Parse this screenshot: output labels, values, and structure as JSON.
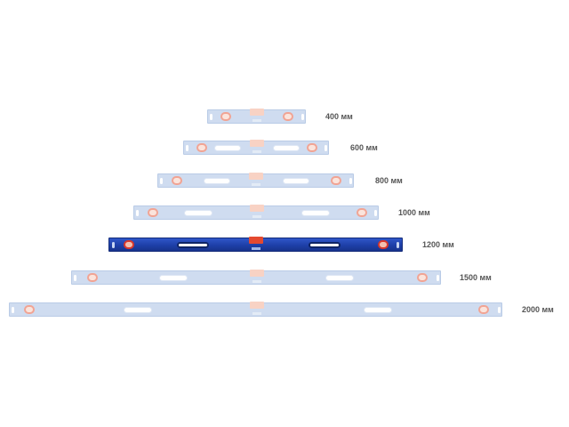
{
  "levels": [
    {
      "label": "400 мм",
      "state": "faded"
    },
    {
      "label": "600 мм",
      "state": "faded"
    },
    {
      "label": "800 мм",
      "state": "faded"
    },
    {
      "label": "1000 мм",
      "state": "faded"
    },
    {
      "label": "1200 мм",
      "state": "selected"
    },
    {
      "label": "1500 мм",
      "state": "faded"
    },
    {
      "label": "2000 мм",
      "state": "faded"
    }
  ],
  "colors": {
    "selected_body": "#1e3fa8",
    "faded_body": "#cfdcf0",
    "vial_accent": "#d8382c",
    "label_text": "#555555"
  }
}
